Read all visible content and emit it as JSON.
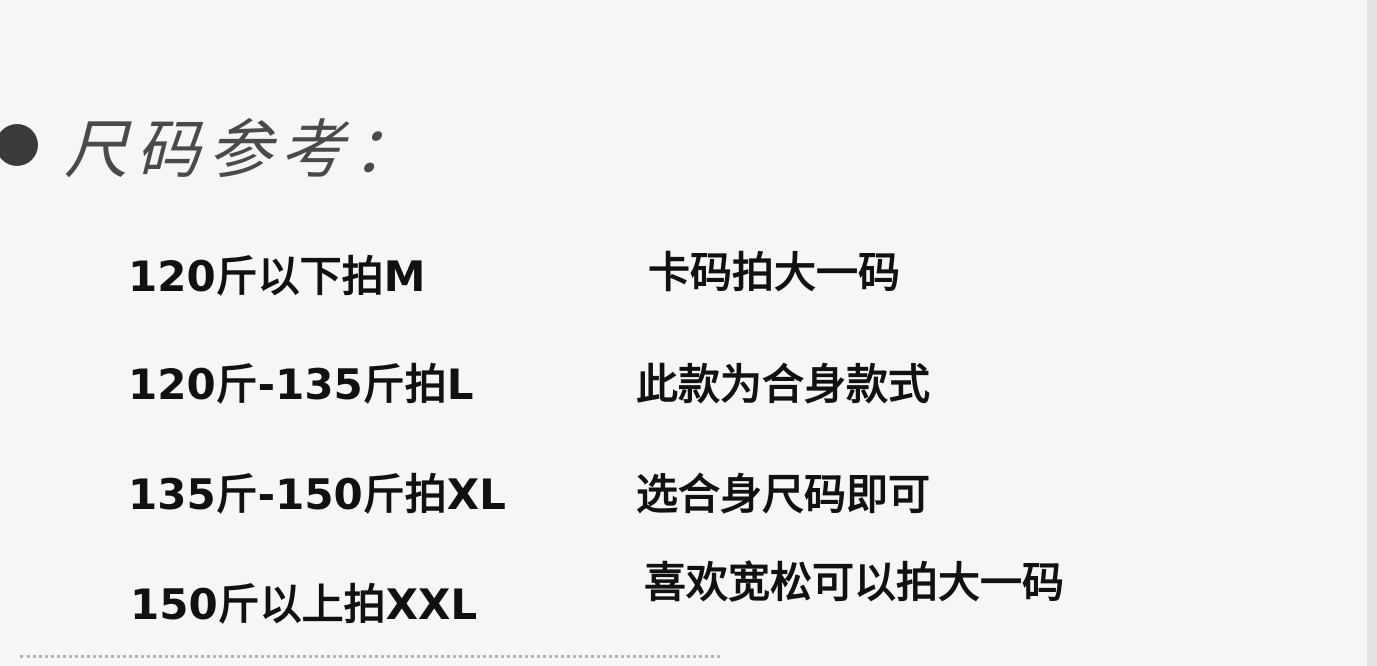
{
  "heading": {
    "text": "尺码参考："
  },
  "size_chart": [
    {
      "weight_range": "120斤以下拍M",
      "note": "卡码拍大一码"
    },
    {
      "weight_range": "120斤-135斤拍L",
      "note": "此款为合身款式"
    },
    {
      "weight_range": "135斤-150斤拍XL",
      "note": "选合身尺码即可"
    },
    {
      "weight_range": "150斤以上拍XXL",
      "note": "喜欢宽松可以拍大一码"
    }
  ],
  "colors": {
    "background": "#f6f6f6",
    "heading": "#4a4a4a",
    "body_text": "#111111"
  }
}
